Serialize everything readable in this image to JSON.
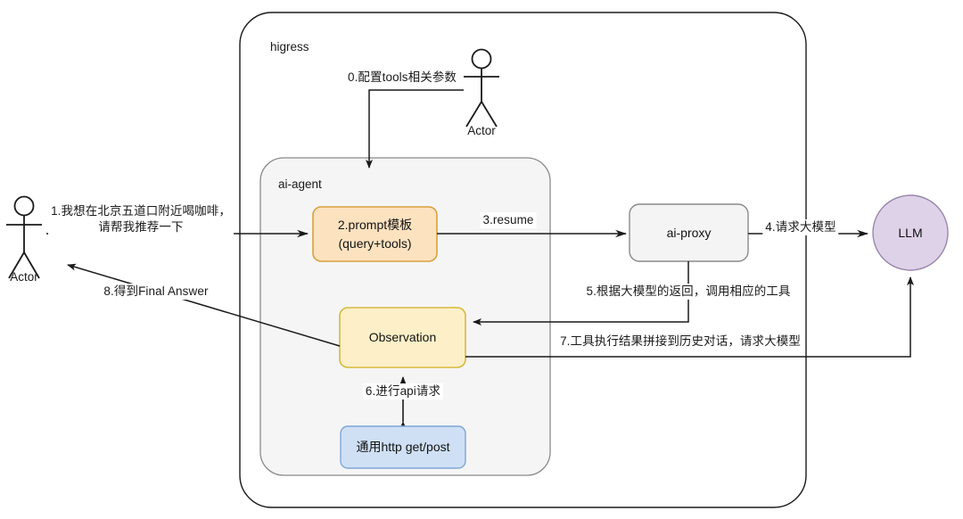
{
  "diagram": {
    "containers": [
      {
        "id": "higress",
        "label": "higress"
      },
      {
        "id": "ai-agent",
        "label": "ai-agent"
      }
    ],
    "actors": [
      {
        "id": "actor-left",
        "label": "Actor"
      },
      {
        "id": "actor-top",
        "label": "Actor"
      }
    ],
    "nodes": [
      {
        "id": "prompt-template",
        "line1": "2.prompt模板",
        "line2": "(query+tools)",
        "fill": "#fde2c0",
        "stroke": "#d6a23c"
      },
      {
        "id": "observation",
        "label": "Observation",
        "fill": "#fdf0c8",
        "stroke": "#d6b93c"
      },
      {
        "id": "http-client",
        "label": "通用http get/post",
        "fill": "#cfe0f5",
        "stroke": "#7ea6d8"
      },
      {
        "id": "ai-proxy",
        "label": "ai-proxy",
        "fill": "#f4f4f4",
        "stroke": "#8a8a8a"
      },
      {
        "id": "llm",
        "label": "LLM",
        "fill": "#ded2e8",
        "stroke": "#9a86ad"
      }
    ],
    "edges": [
      {
        "id": "edge-0",
        "label": "0.配置tools相关参数"
      },
      {
        "id": "edge-1",
        "label_line1": "1.我想在北京五道口附近喝咖啡，",
        "label_line2": "请帮我推荐一下"
      },
      {
        "id": "edge-3",
        "label": "3.resume"
      },
      {
        "id": "edge-4",
        "label": "4.请求大模型"
      },
      {
        "id": "edge-5",
        "label": "5.根据大模型的返回，调用相应的工具"
      },
      {
        "id": "edge-6",
        "label": "6.进行api请求"
      },
      {
        "id": "edge-7",
        "label": "7.工具执行结果拼接到历史对话，请求大模型"
      },
      {
        "id": "edge-8",
        "label": "8.得到Final Answer"
      }
    ]
  }
}
